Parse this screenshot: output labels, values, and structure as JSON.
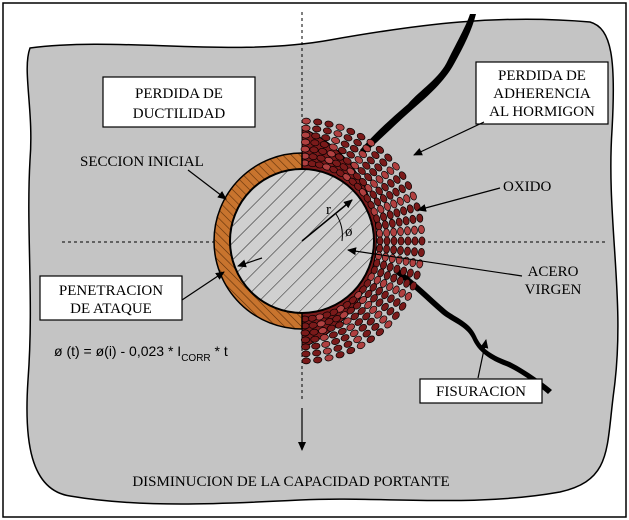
{
  "labels": {
    "perdida_ductilidad_1": "PERDIDA DE",
    "perdida_ductilidad_2": "DUCTILIDAD",
    "perdida_adherencia_1": "PERDIDA DE",
    "perdida_adherencia_2": "ADHERENCIA",
    "perdida_adherencia_3": "AL HORMIGON",
    "seccion_inicial": "SECCION INICIAL",
    "oxido": "OXIDO",
    "acero_virgen_1": "ACERO",
    "acero_virgen_2": "VIRGEN",
    "penetracion_1": "PENETRACION",
    "penetracion_2": "DE ATAQUE",
    "fisuracion": "FISURACION",
    "disminucion": "DISMINUCION DE LA CAPACIDAD PORTANTE",
    "radius_symbol": "r",
    "diameter_symbol": "ø"
  },
  "formula": {
    "lhs": "ø (t) = ø(i) - 0,023 * I",
    "subscript": "CORR",
    "rhs": " * t"
  },
  "colors": {
    "concrete": "#c4c4c4",
    "steel_ring": "#c8742e",
    "oxide": "#7a1a1a",
    "oxide_light": "#b04040",
    "hatch": "#000000"
  }
}
